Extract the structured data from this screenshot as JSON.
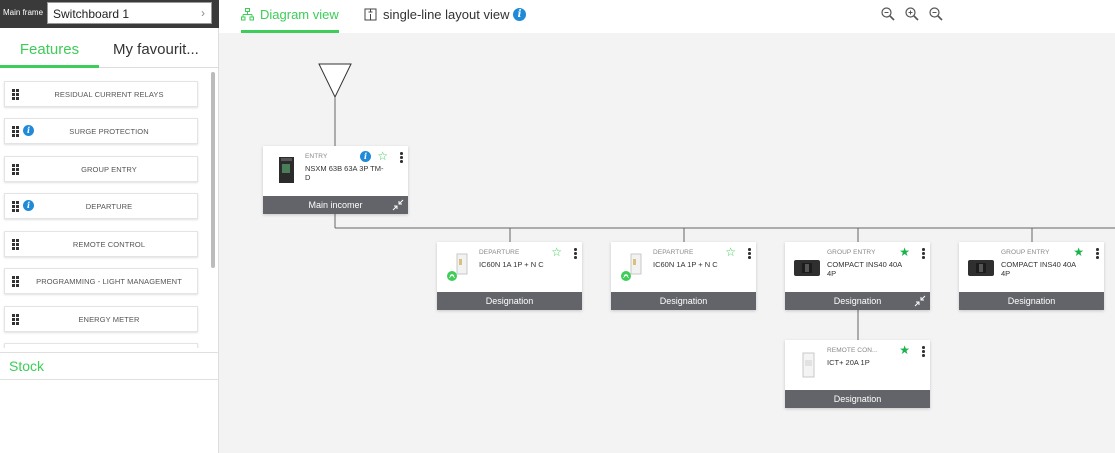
{
  "main_frame": {
    "label": "Main frame",
    "value": "Switchboard 1"
  },
  "left_tabs": {
    "features": "Features",
    "favourites": "My favourit..."
  },
  "features": [
    {
      "label": "RESIDUAL CURRENT RELAYS",
      "info": false
    },
    {
      "label": "SURGE PROTECTION",
      "info": true
    },
    {
      "label": "GROUP ENTRY",
      "info": false
    },
    {
      "label": "DEPARTURE",
      "info": true
    },
    {
      "label": "REMOTE CONTROL",
      "info": false
    },
    {
      "label": "PROGRAMMING - LIGHT MANAGEMENT",
      "info": false
    },
    {
      "label": "ENERGY METER",
      "info": false
    }
  ],
  "stock": "Stock",
  "view_tabs": {
    "diagram": "Diagram view",
    "single_line": "single-line layout view"
  },
  "zoom_icons": [
    "zoom-reset-icon",
    "zoom-in-icon",
    "zoom-out-icon"
  ],
  "colors": {
    "accent": "#3dcd58",
    "info": "#1f8ad8",
    "footer": "#626469",
    "canvas": "#f3f3f3",
    "frame": "#3a3a3a"
  },
  "cards": {
    "entry": {
      "type": "ENTRY",
      "name": "NSXM 63B 63A 3P TM-D",
      "footer": "Main incomer",
      "favourite": false
    },
    "dep1": {
      "type": "DEPARTURE",
      "name": "IC60N 1A 1P + N C",
      "footer": "Designation",
      "favourite": false
    },
    "dep2": {
      "type": "DEPARTURE",
      "name": "IC60N 1A 1P + N C",
      "footer": "Designation",
      "favourite": false
    },
    "group1": {
      "type": "GROUP ENTRY",
      "name": "COMPACT INS40 40A 4P",
      "footer": "Designation",
      "favourite": true
    },
    "group2": {
      "type": "GROUP ENTRY",
      "name": "COMPACT INS40 40A 4P",
      "footer": "Designation",
      "favourite": true
    },
    "remote": {
      "type": "REMOTE CON...",
      "name": "ICT+ 20A 1P",
      "footer": "Designation",
      "favourite": true
    }
  }
}
